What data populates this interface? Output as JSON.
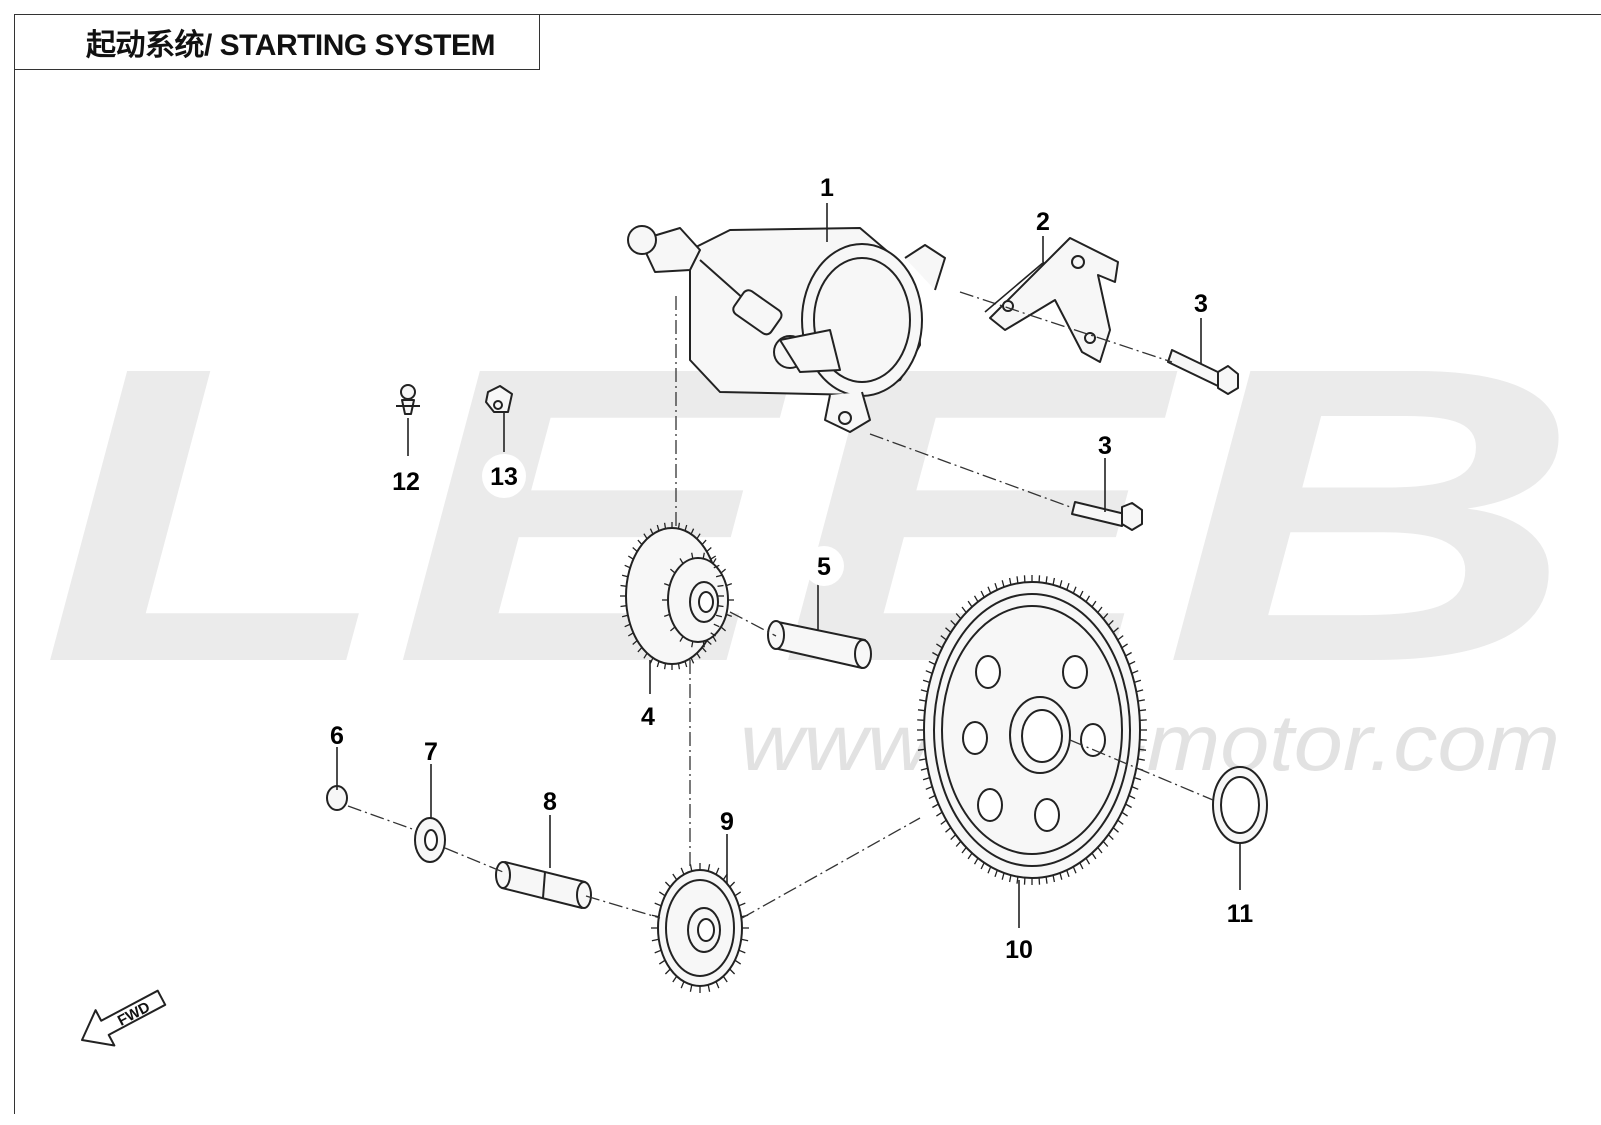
{
  "title": "起动系统/ STARTING SYSTEM",
  "watermark": {
    "logo": "LEEB",
    "url": "www.leeb-motor.com"
  },
  "fwd_label": "FWD",
  "callouts": [
    {
      "id": "c1",
      "label": "1"
    },
    {
      "id": "c2",
      "label": "2"
    },
    {
      "id": "c3a",
      "label": "3"
    },
    {
      "id": "c3b",
      "label": "3"
    },
    {
      "id": "c4",
      "label": "4"
    },
    {
      "id": "c5",
      "label": "5"
    },
    {
      "id": "c6",
      "label": "6"
    },
    {
      "id": "c7",
      "label": "7"
    },
    {
      "id": "c8",
      "label": "8"
    },
    {
      "id": "c9",
      "label": "9"
    },
    {
      "id": "c10",
      "label": "10"
    },
    {
      "id": "c11",
      "label": "11"
    },
    {
      "id": "c12",
      "label": "12"
    },
    {
      "id": "c13",
      "label": "13"
    }
  ],
  "colors": {
    "line": "#222222",
    "watermark": "#e6e6e6",
    "part_fill": "#f7f7f7"
  }
}
